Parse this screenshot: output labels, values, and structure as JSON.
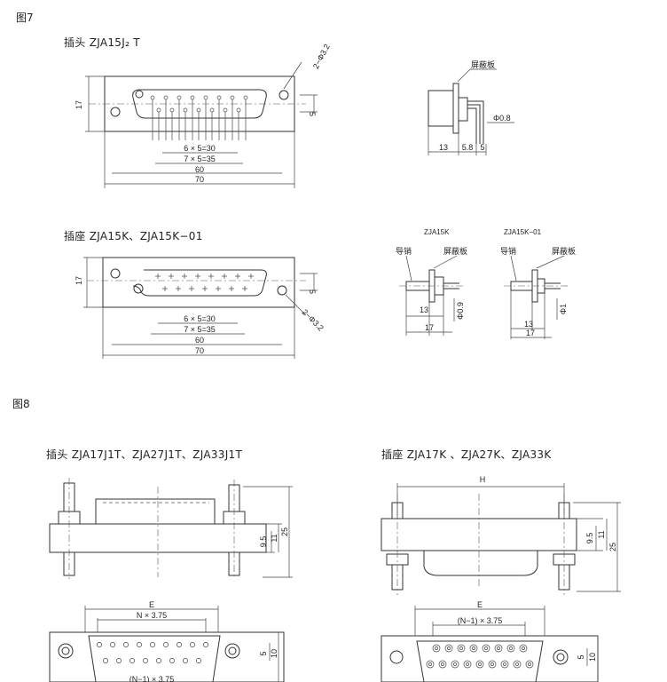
{
  "fig7": {
    "label": "图7",
    "plug": {
      "title": "插头   ZJA15J₂ T",
      "dims": {
        "height": "17",
        "pitch_a": "6 × 5=30",
        "pitch_b": "7 × 5=35",
        "width_a": "60",
        "width_b": "70",
        "hole": "2−Φ3.2",
        "offset": "5"
      }
    },
    "plug_side": {
      "shield": "屏蔽板",
      "pin_dia": "Φ0.8",
      "d1": "13",
      "d2": "5.8",
      "d3": "5"
    },
    "socket": {
      "title": "插座   ZJA15K、ZJA15K−01",
      "dims": {
        "height": "17",
        "pitch_a": "6 × 5=30",
        "pitch_b": "7 × 5=35",
        "width_a": "60",
        "width_b": "70",
        "hole": "2−Φ3.2",
        "offset": "5"
      }
    },
    "socket_side_a": {
      "model": "ZJA15K",
      "guide": "导销",
      "shield": "屏蔽板",
      "d1": "13",
      "d2": "17",
      "dia": "Φ0.9"
    },
    "socket_side_b": {
      "model": "ZJA15K−01",
      "guide": "导销",
      "shield": "屏蔽板",
      "d1": "13",
      "d2": "17",
      "dia": "Φ1"
    }
  },
  "fig8": {
    "label": "图8",
    "plug": {
      "title": "插头   ZJA17J1T、ZJA27J1T、ZJA33J1T",
      "dims": {
        "h1": "9.5",
        "h2": "11",
        "h3": "25",
        "e": "E",
        "n": "N × 3.75",
        "n1": "(N−1) × 3.75",
        "v5": "5",
        "v10": "10"
      }
    },
    "socket": {
      "title": "插座   ZJA17K 、ZJA27K、ZJA33K",
      "dims": {
        "h": "H",
        "h1": "9.5",
        "h2": "11",
        "h3": "25",
        "e": "E",
        "n1": "(N−1) × 3.75",
        "v5": "5",
        "v10": "10"
      }
    }
  }
}
